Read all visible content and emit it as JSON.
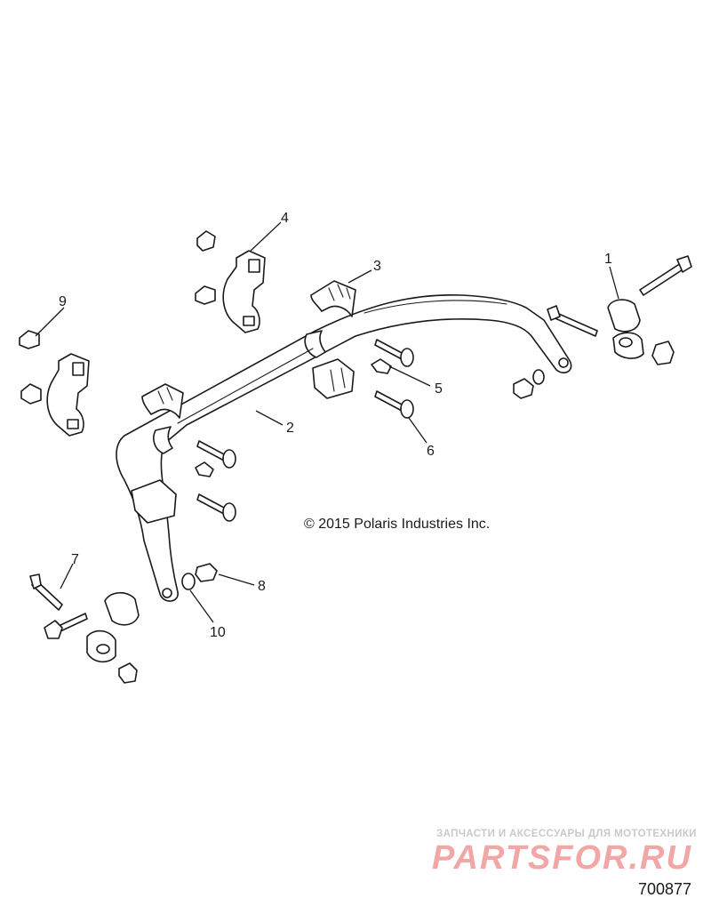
{
  "copyright": "© 2015 Polaris Industries Inc.",
  "reference_number": "700877",
  "watermark": {
    "tagline": "ЗАПЧАСТИ И АКСЕССУАРЫ ДЛЯ МОТОТЕХНИКИ",
    "brand": "PARTSFOR.RU",
    "color": "#f2a7a7"
  },
  "callouts": {
    "c1": "1",
    "c2": "2",
    "c3": "3",
    "c4": "4",
    "c5": "5",
    "c6": "6",
    "c7": "7",
    "c8": "8",
    "c9": "9",
    "c10": "10"
  }
}
